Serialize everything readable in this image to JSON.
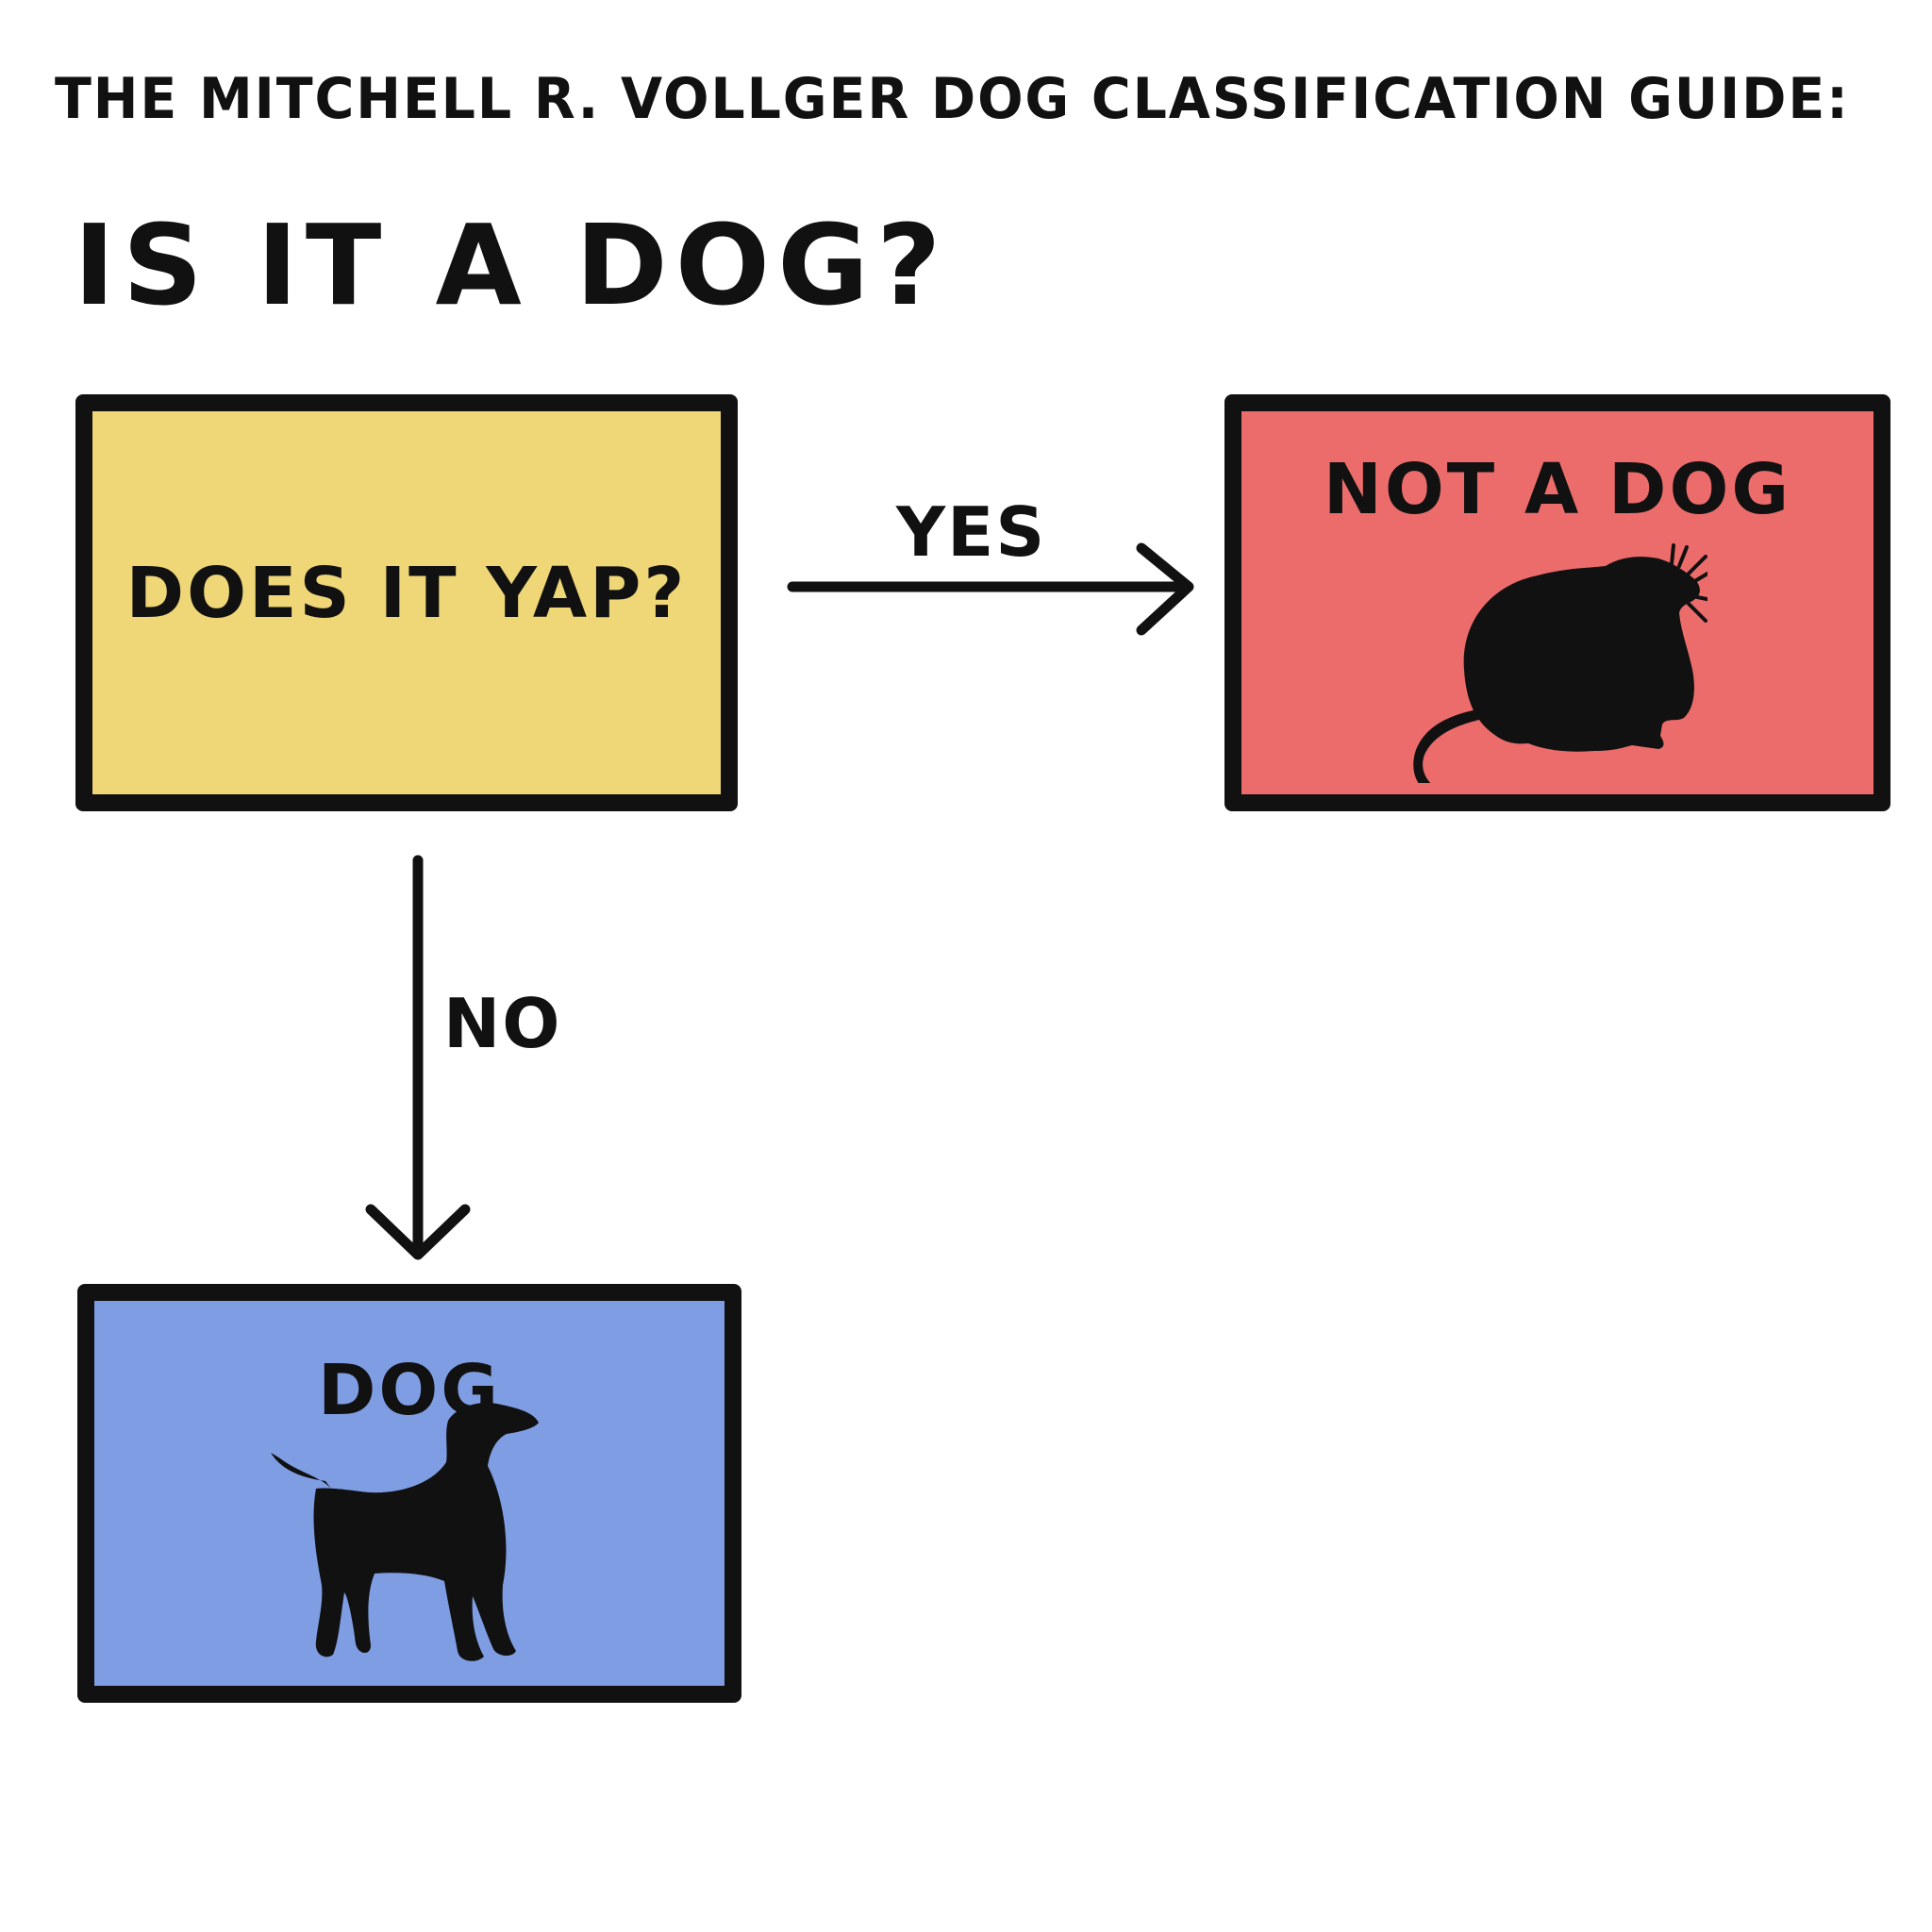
{
  "header": {
    "title": "THE MITCHELL R. VOLLGER DOG CLASSIFICATION GUIDE:",
    "question": "IS IT A DOG?"
  },
  "nodes": {
    "question": {
      "label": "DOES IT YAP?",
      "color": "#efd677"
    },
    "not_dog": {
      "label": "NOT A DOG",
      "color": "#ec6c6c",
      "icon": "rat-icon"
    },
    "dog": {
      "label": "DOG",
      "color": "#7f9de3",
      "icon": "dog-icon"
    }
  },
  "edges": {
    "yes": {
      "label": "YES",
      "from": "question",
      "to": "not_dog"
    },
    "no": {
      "label": "NO",
      "from": "question",
      "to": "dog"
    }
  },
  "colors": {
    "ink": "#111111",
    "background": "#ffffff"
  }
}
